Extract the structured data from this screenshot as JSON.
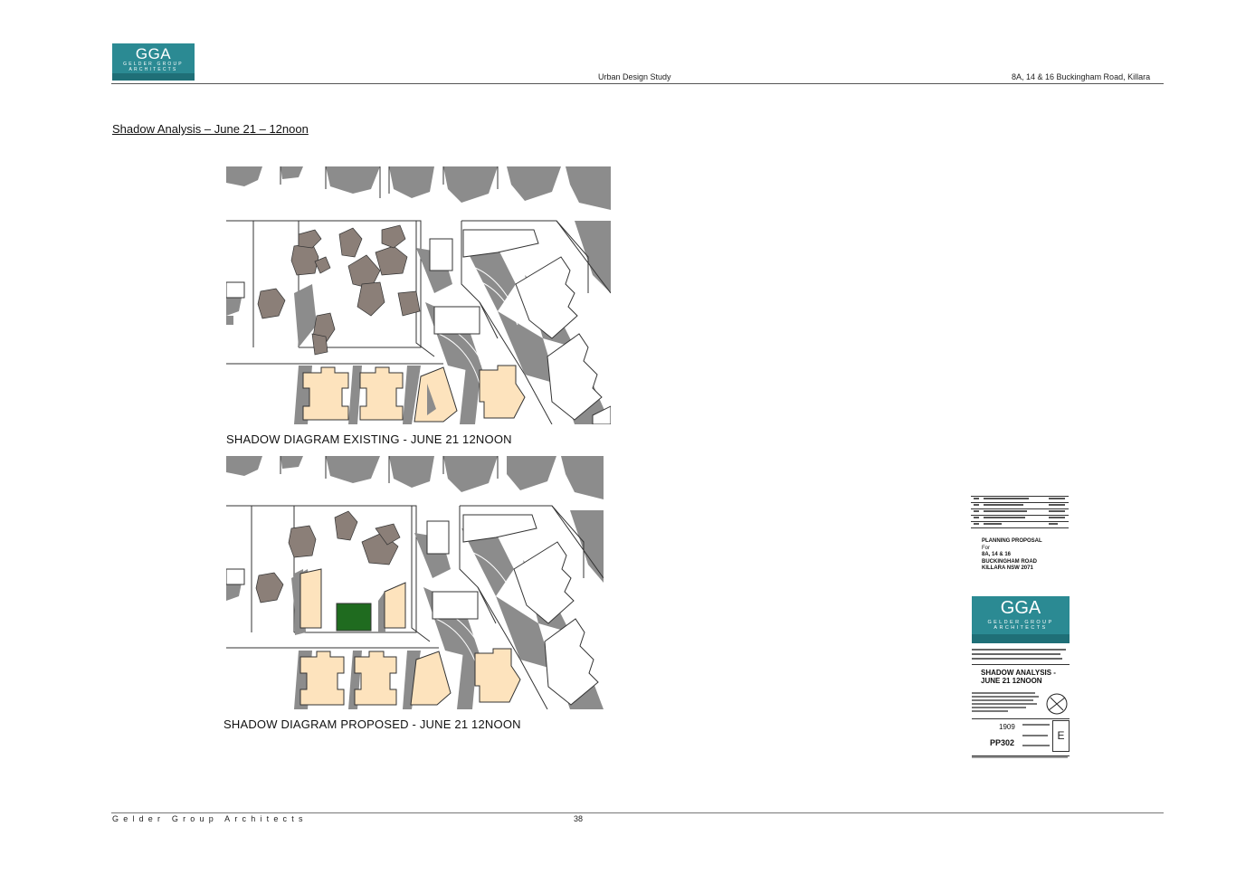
{
  "header": {
    "logo_text": "GGA",
    "logo_subtext": "GELDER GROUP ARCHITECTS",
    "doc_title": "Urban Design Study",
    "project_address": "8A, 14 & 16 Buckingham Road, Killara"
  },
  "page_title": "Shadow Analysis – June 21 – 12noon",
  "diagrams": {
    "existing_caption": "SHADOW DIAGRAM EXISTING - JUNE 21 12NOON",
    "proposed_caption": "SHADOW DIAGRAM PROPOSED - JUNE 21 12NOON"
  },
  "colors": {
    "shadow": "#8c8c8c",
    "building_tan": "#fde3bd",
    "roof_brown": "#8b7f78",
    "proposed_green": "#1f6b1f",
    "brand_teal": "#2b8a93"
  },
  "title_block": {
    "proposal_line1": "PLANNING PROPOSAL",
    "proposal_for": "For",
    "proposal_line2": "8A, 14 & 16",
    "proposal_line3": "BUCKINGHAM ROAD",
    "proposal_line4": "KILLARA NSW 2071",
    "logo_text": "GGA",
    "logo_subtext": "GELDER GROUP ARCHITECTS",
    "sheet_title_line1": "SHADOW ANALYSIS -",
    "sheet_title_line2": "JUNE 21 12NOON",
    "project_no": "1909",
    "drawing_no": "PP302",
    "revision": "E",
    "north_icon": "north-arrow-icon"
  },
  "footer": {
    "firm": "Gelder Group Architects",
    "page_number": "38"
  }
}
